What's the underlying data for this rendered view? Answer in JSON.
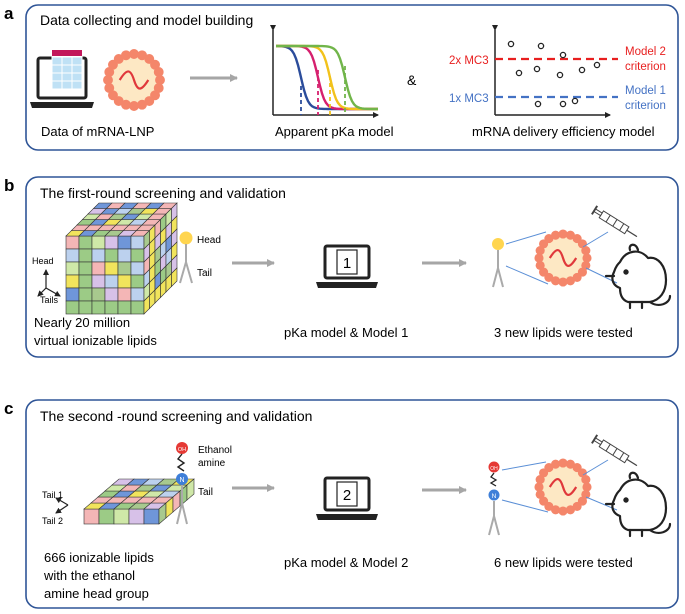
{
  "panels": {
    "a": {
      "letter": "a",
      "title": "Data collecting and model building",
      "data_label": "Data of mRNA-LNP",
      "pka_label": "Apparent pKa model",
      "amp": "&",
      "eff_label": "mRNA delivery efficiency model",
      "mc3_2x": "2x MC3",
      "mc3_1x": "1x MC3",
      "model2": "Model 2",
      "model1": "Model 1",
      "criterion": "criterion"
    },
    "b": {
      "letter": "b",
      "title": "The first-round screening and validation",
      "head": "Head",
      "tail": "Tail",
      "axis_head": "Head",
      "axis_tails": "Tails",
      "laptop_number": "1",
      "lib_line1": "Nearly 20 million",
      "lib_line2": "virtual ionizable lipids",
      "model_label": "pKa model & Model 1",
      "result_label": "3 new lipids were tested"
    },
    "c": {
      "letter": "c",
      "title": "The second -round screening and validation",
      "tail1": "Tail 1",
      "tail2": "Tail 2",
      "oh": "OH",
      "n": "N",
      "ethanol": "Ethanol",
      "amine": "amine",
      "tail": "Tail",
      "laptop_number": "2",
      "lib_line1": "666 ionizable lipids",
      "lib_line2": "with  the ethanol",
      "lib_line3": "amine head group",
      "model_label": "pKa model & Model 2",
      "result_label": "6 new lipids were tested"
    }
  },
  "colors": {
    "frame": "#2f5597",
    "arrow": "#a6a6a6",
    "lnp_dot": "#f4866a",
    "lnp_core": "#fde8c4",
    "mrna": "#e0383b",
    "red_line": "#e81f1f",
    "blue_line": "#4472c4",
    "curve_navy": "#2b4c9b",
    "curve_magenta": "#d6206e",
    "curve_yellow": "#f2c21b",
    "curve_green": "#71b54a",
    "head_yellow": "#ffd54f",
    "oh_red": "#e53935",
    "n_blue": "#3f7fd8"
  }
}
